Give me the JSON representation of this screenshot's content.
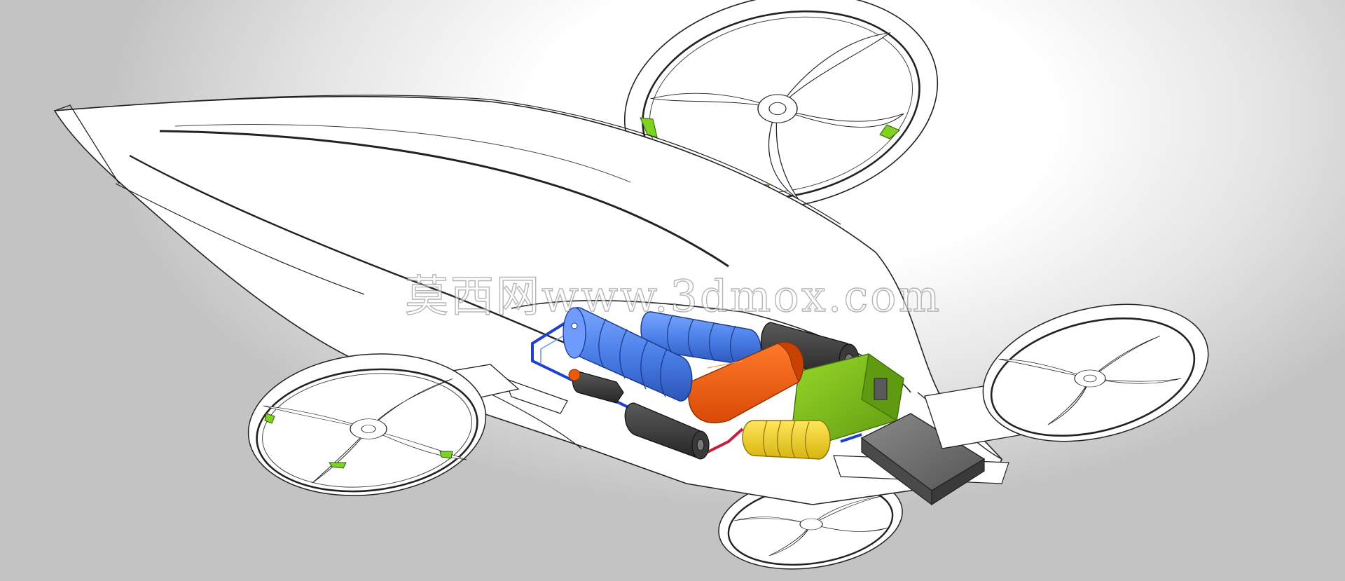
{
  "scene": {
    "subject": "flying car CAD rendering",
    "palette": {
      "background_light": "#ffffff",
      "background_dark": "#c3c3c3",
      "outline": "#222222",
      "hull_fill": "#ffffff",
      "blade_tip": "#7ed321",
      "tank_blue": "#4a7fe8",
      "block_orange": "#ea5a0c",
      "coil_yellow": "#f0d21c",
      "box_green": "#7bc016",
      "battery_gray": "#6e6e6e",
      "motor_dark": "#3a3a3a",
      "pipe_blue": "#1f3fd0",
      "pipe_red": "#c81e3c"
    },
    "fans": [
      {
        "name": "top",
        "blades": 4
      },
      {
        "name": "right",
        "blades": 4
      },
      {
        "name": "left",
        "blades": 4
      },
      {
        "name": "bottom",
        "blades": 4
      }
    ]
  },
  "watermark": {
    "text": "莫西网www.3dmox.com"
  }
}
